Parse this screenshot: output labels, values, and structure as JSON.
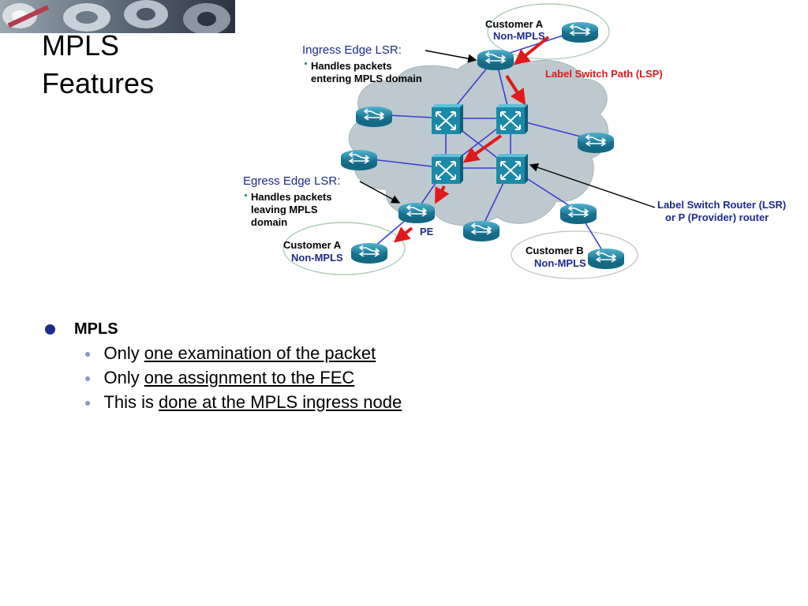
{
  "slide": {
    "title_line1": "MPLS",
    "title_line2": "Features"
  },
  "diagram": {
    "ingress_label": "Ingress Edge LSR:",
    "ingress_desc_1": "Handles packets",
    "ingress_desc_2": "entering MPLS domain",
    "egress_label": "Egress Edge LSR:",
    "egress_desc_1": "Handles packets",
    "egress_desc_2": "leaving MPLS",
    "egress_desc_3": "domain",
    "lsp_label": "Label Switch Path (LSP)",
    "lsr_label_1": "Label Switch Router (LSR)",
    "lsr_label_2": "or P (Provider) router",
    "pe_label": "PE",
    "customer_a_top_1": "Customer A",
    "customer_a_top_2": "Non-MPLS",
    "customer_a_bottom_1": "Customer A",
    "customer_a_bottom_2": "Non-MPLS",
    "customer_b_1": "Customer B",
    "customer_b_2": "Non-MPLS",
    "colors": {
      "label_blue": "#1c2a8c",
      "lsp_red": "#e0191b",
      "cloud": "#bdc9cf",
      "router_teal": "#1b8aa8"
    }
  },
  "bullets": {
    "main": "MPLS",
    "items": [
      {
        "prefix": "Only",
        "underlined": "one examination of the packet"
      },
      {
        "prefix": "Only",
        "underlined": "one assignment to the FEC"
      },
      {
        "prefix": "This is",
        "underlined": "done at the MPLS ingress node"
      }
    ]
  }
}
